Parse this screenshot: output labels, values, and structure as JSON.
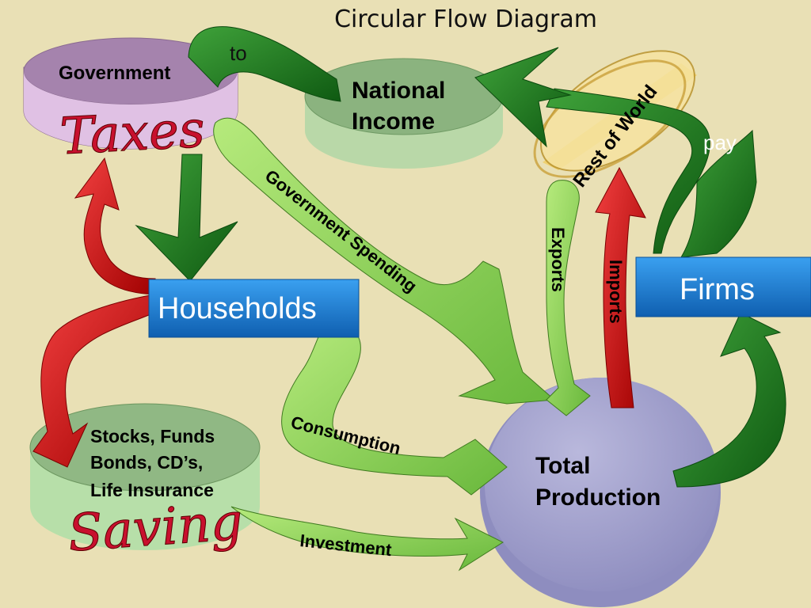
{
  "title": "Circular Flow Diagram",
  "nodes": {
    "government": "Government",
    "taxes": "Taxes",
    "national_income_line1": "National",
    "national_income_line2": "Income",
    "rest_of_world": "Rest of World",
    "households": "Households",
    "firms": "Firms",
    "savings_line1": "Stocks, Funds",
    "savings_line2": "Bonds, CD’s,",
    "savings_line3": "Life Insurance",
    "saving": "Saving",
    "total_production_line1": "Total",
    "total_production_line2": "Production"
  },
  "flows": {
    "to": "to",
    "pay": "pay",
    "government_spending": "Government Spending",
    "exports": "Exports",
    "imports": "Imports",
    "consumption": "Consumption",
    "investment": "Investment"
  },
  "colors": {
    "background": "#e9e0b5",
    "dark_green": "#1f7a1f",
    "light_green": "#8fd65a",
    "red": "#cc1111",
    "blue_box": "#1a78cc",
    "government_disc": "#c9a6cf",
    "income_disc": "#a4c79a",
    "world_ring": "#f3d77a",
    "production_disc": "#a7a6cc"
  }
}
